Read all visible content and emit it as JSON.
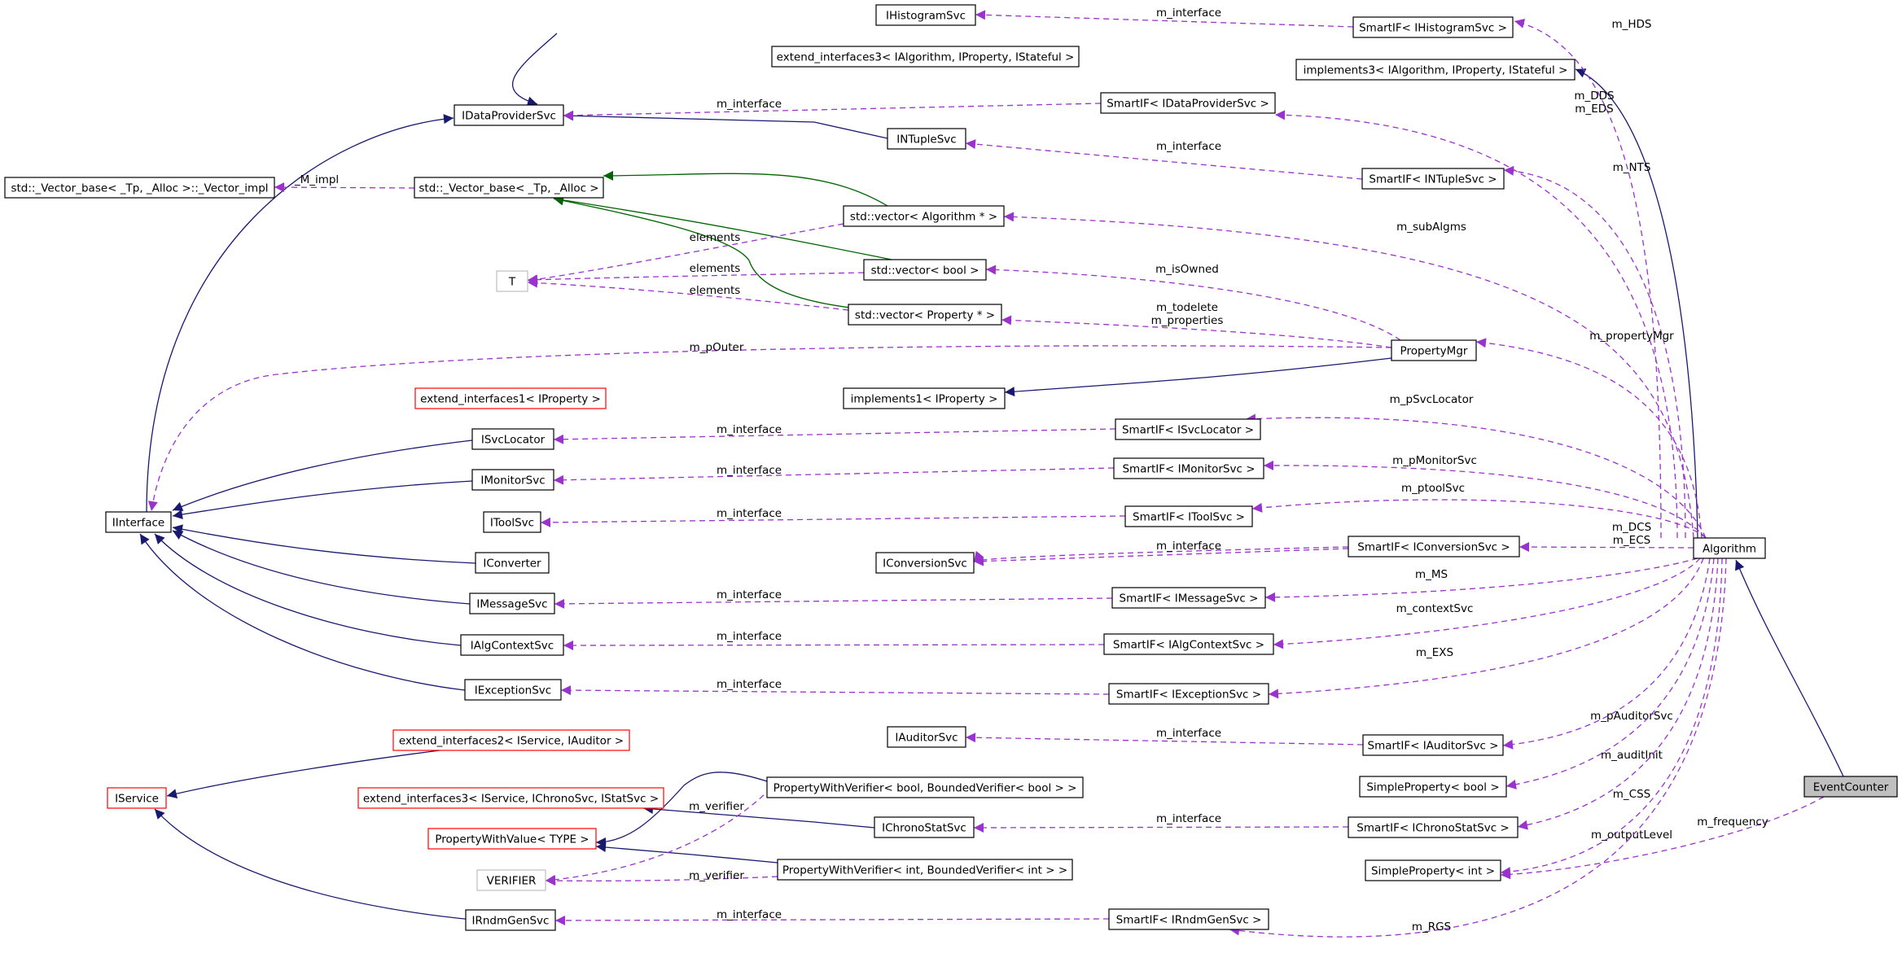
{
  "nodes": {
    "IHistogramSvc": "IHistogramSvc",
    "extend_interfaces3_alg": "extend_interfaces3< IAlgorithm, IProperty, IStateful >",
    "IDataProviderSvc": "IDataProviderSvc",
    "INTupleSvc": "INTupleSvc",
    "Vector_impl": "std::_Vector_base< _Tp, _Alloc >::_Vector_impl",
    "Vector_base": "std::_Vector_base< _Tp, _Alloc >",
    "T": "T",
    "vec_algorithm": "std::vector< Algorithm * >",
    "vec_bool": "std::vector< bool >",
    "vec_property": "std::vector< Property * >",
    "extend_interfaces1": "extend_interfaces1< IProperty >",
    "implements1": "implements1< IProperty >",
    "ISvcLocator": "ISvcLocator",
    "IMonitorSvc": "IMonitorSvc",
    "IInterface": "IInterface",
    "IToolSvc": "IToolSvc",
    "IConverter": "IConverter",
    "IConversionSvc": "IConversionSvc",
    "IMessageSvc": "IMessageSvc",
    "IAlgContextSvc": "IAlgContextSvc",
    "IExceptionSvc": "IExceptionSvc",
    "extend_interfaces2": "extend_interfaces2< IService, IAuditor >",
    "IAuditorSvc": "IAuditorSvc",
    "IService": "IService",
    "extend_interfaces3_svc": "extend_interfaces3< IService, IChronoSvc, IStatSvc >",
    "PWV_bool": "PropertyWithVerifier< bool, BoundedVerifier< bool > >",
    "PropertyWithValue": "PropertyWithValue< TYPE >",
    "IChronoStatSvc": "IChronoStatSvc",
    "VERIFIER": "VERIFIER",
    "PWV_int": "PropertyWithVerifier< int, BoundedVerifier< int > >",
    "IRndmGenSvc": "IRndmGenSvc",
    "SmartIF_IHistogramSvc": "SmartIF< IHistogramSvc >",
    "implements3": "implements3< IAlgorithm, IProperty, IStateful >",
    "SmartIF_IDataProviderSvc": "SmartIF< IDataProviderSvc >",
    "SmartIF_INTupleSvc": "SmartIF< INTupleSvc >",
    "PropertyMgr": "PropertyMgr",
    "SmartIF_ISvcLocator": "SmartIF< ISvcLocator >",
    "SmartIF_IMonitorSvc": "SmartIF< IMonitorSvc >",
    "SmartIF_IToolSvc": "SmartIF< IToolSvc >",
    "SmartIF_IConversionSvc": "SmartIF< IConversionSvc >",
    "SmartIF_IMessageSvc": "SmartIF< IMessageSvc >",
    "SmartIF_IAlgContextSvc": "SmartIF< IAlgContextSvc >",
    "SmartIF_IExceptionSvc": "SmartIF< IExceptionSvc >",
    "SmartIF_IAuditorSvc": "SmartIF< IAuditorSvc >",
    "SimpleProperty_bool": "SimpleProperty< bool >",
    "SmartIF_IChronoStatSvc": "SmartIF< IChronoStatSvc >",
    "SimpleProperty_int": "SimpleProperty< int >",
    "SmartIF_IRndmGenSvc": "SmartIF< IRndmGenSvc >",
    "Algorithm": "Algorithm",
    "EventCounter": "EventCounter"
  },
  "edge_labels": {
    "m_interface_hist": "m_interface",
    "m_HDS": "m_HDS",
    "m_interface_dps": "m_interface",
    "m_DDS_EDS": "m_DDS\nm_EDS",
    "M_impl": "_M_impl",
    "m_interface_nt": "m_interface",
    "m_NTS": "m_NTS",
    "elements_1": "elements",
    "elements_2": "elements",
    "elements_3": "elements",
    "m_subAlgms": "m_subAlgms",
    "m_isOwned": "m_isOwned",
    "m_todelete_props": "m_todelete\nm_properties",
    "m_pOuter": "m_pOuter",
    "m_propertyMgr": "m_propertyMgr",
    "m_pSvcLocator": "m_pSvcLocator",
    "m_interface_sl": "m_interface",
    "m_interface_mon": "m_interface",
    "m_pMonitorSvc": "m_pMonitorSvc",
    "m_ptoolSvc": "m_ptoolSvc",
    "m_interface_tool": "m_interface",
    "m_DCS_ECS": "m_DCS\nm_ECS",
    "m_interface_conv": "m_interface",
    "m_MS": "m_MS",
    "m_interface_msg": "m_interface",
    "m_contextSvc": "m_contextSvc",
    "m_interface_ctx": "m_interface",
    "m_EXS": "m_EXS",
    "m_interface_exc": "m_interface",
    "m_pAuditorSvc": "m_pAuditorSvc",
    "m_interface_aud": "m_interface",
    "m_auditInit": "m_auditInit",
    "m_CSS": "m_CSS",
    "m_verifier_1": "m_verifier",
    "m_interface_chrono": "m_interface",
    "m_outputLevel": "m_outputLevel",
    "m_frequency": "m_frequency",
    "m_verifier_2": "m_verifier",
    "m_interface_rndm": "m_interface",
    "m_RGS": "m_RGS"
  },
  "colors": {
    "inherit": "#191970",
    "template": "#006400",
    "usage": "#9a32cd",
    "border_default": "#000000",
    "border_truncated": "#ff0000",
    "border_template_arg": "#bfbfbf",
    "focus_fill": "#bfbfbf"
  }
}
